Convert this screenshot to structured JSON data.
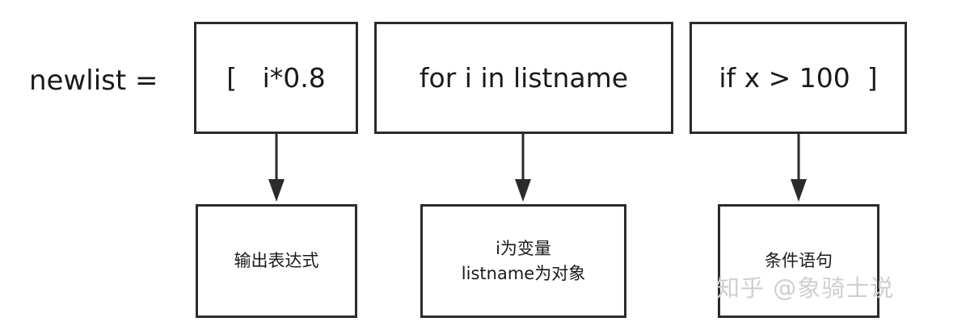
{
  "expression": {
    "lhs": "newlist ="
  },
  "top_boxes": [
    {
      "text": "[   i*0.8"
    },
    {
      "text": "for i in listname"
    },
    {
      "text": "if x > 100  ]"
    }
  ],
  "bottom_boxes": [
    {
      "lines": [
        "输出表达式"
      ]
    },
    {
      "lines": [
        "i为变量",
        "listname为对象"
      ]
    },
    {
      "lines": [
        "条件语句"
      ]
    }
  ],
  "colors": {
    "stroke": "#2b2b2b",
    "watermark": "#cfcfcf"
  },
  "watermark": "知乎 @象骑士说"
}
